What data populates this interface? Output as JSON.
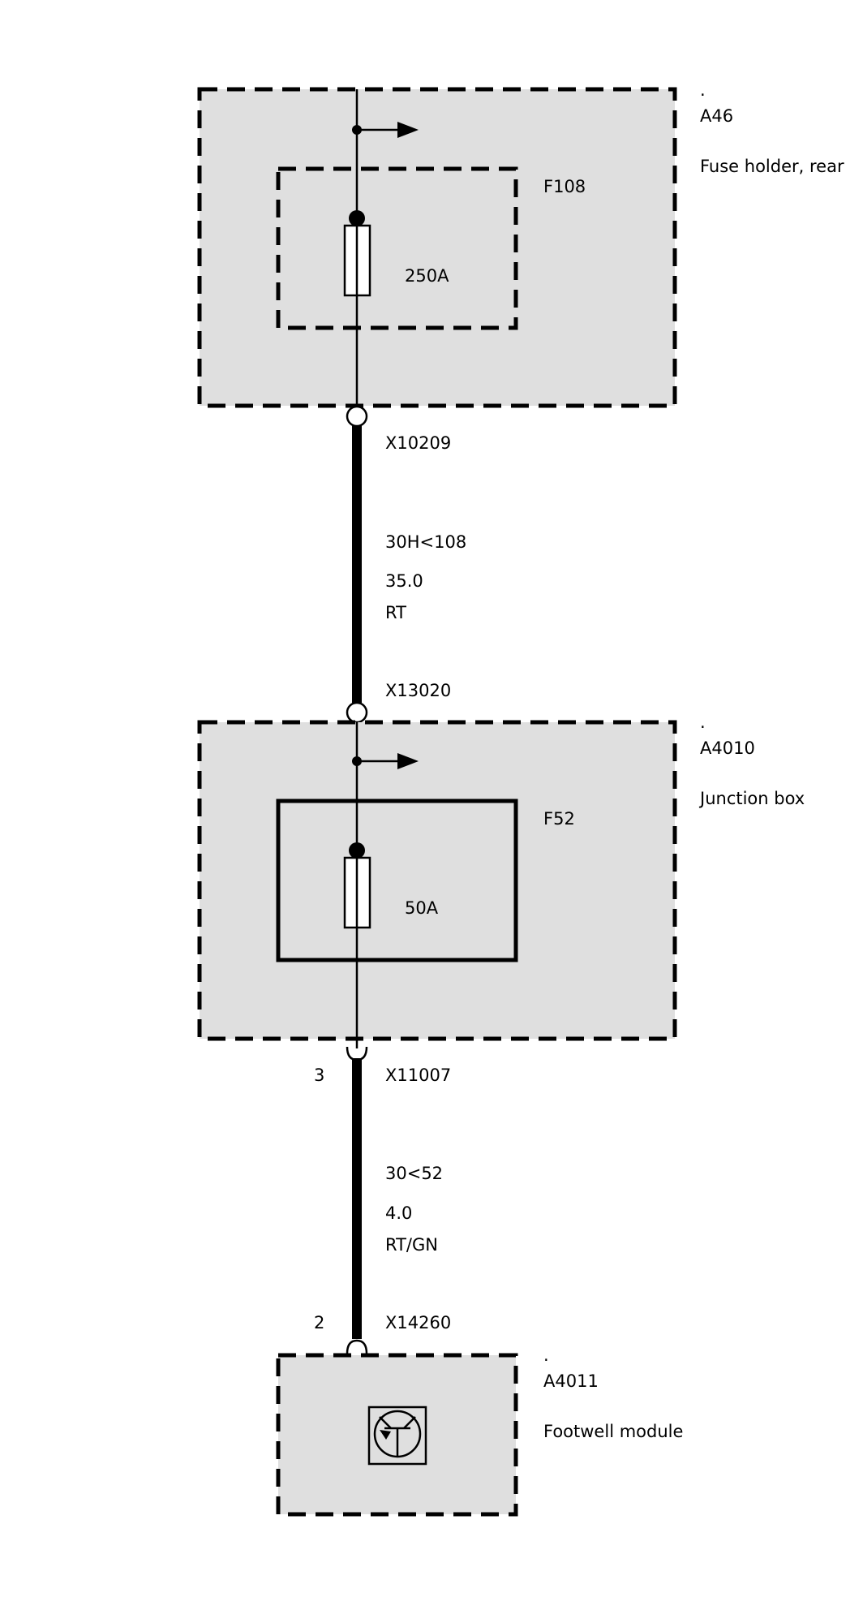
{
  "components": {
    "a46": {
      "dot": ".",
      "id": "A46",
      "name": "Fuse holder, rear",
      "fuse_id": "F108",
      "fuse_rating": "250A"
    },
    "a4010": {
      "dot": ".",
      "id": "A4010",
      "name": "Junction box",
      "fuse_id": "F52",
      "fuse_rating": "50A"
    },
    "a4011": {
      "dot": ".",
      "id": "A4011",
      "name": "Footwell module",
      "icon": "transistor-icon"
    }
  },
  "connectors": {
    "x10209": {
      "id": "X10209"
    },
    "x13020": {
      "id": "X13020"
    },
    "x11007": {
      "id": "X11007",
      "pin": "3"
    },
    "x14260": {
      "id": "X14260",
      "pin": "2"
    }
  },
  "wires": {
    "w1": {
      "circuit": "30H<108",
      "cross_section": "35.0",
      "color": "RT"
    },
    "w2": {
      "circuit": "30<52",
      "cross_section": "4.0",
      "color": "RT/GN"
    }
  }
}
